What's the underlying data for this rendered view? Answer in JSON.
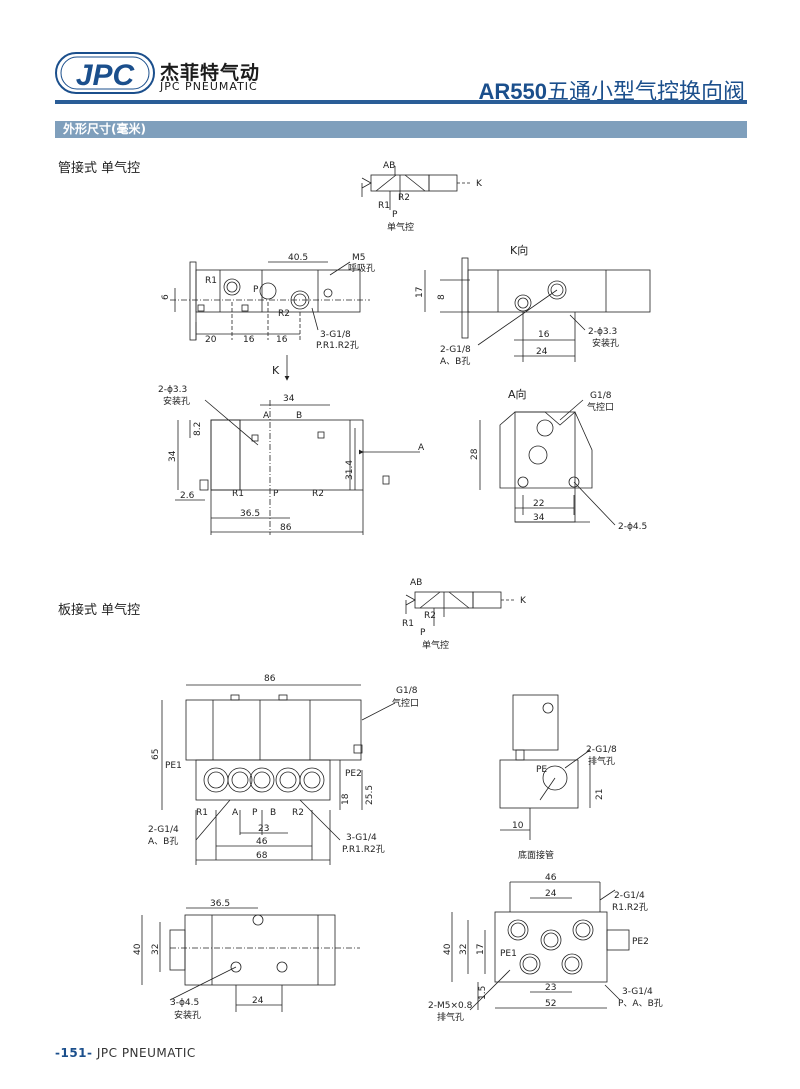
{
  "header": {
    "logo_text": "JPC",
    "brand_cn": "杰菲特气动",
    "brand_en": "JPC PNEUMATIC",
    "title_model": "AR550",
    "title_cn": "五通小型气控换向阀"
  },
  "section": {
    "label": "外形尺寸(毫米)"
  },
  "pipe_type": {
    "heading": "管接式 单气控",
    "symbol": {
      "ab": "AB",
      "r1": "R1",
      "r2": "R2",
      "p": "P",
      "k": "K",
      "caption": "单气控"
    },
    "front_view": {
      "dims": [
        "40.5",
        "6",
        "20",
        "16",
        "16"
      ],
      "labels": {
        "r1": "R1",
        "p": "P",
        "r2": "R2",
        "m5": "M5",
        "m5_note": "呼吸孔",
        "ports": "3-G1/8",
        "ports_note": "P.R1.R2孔"
      }
    },
    "k_view": {
      "title": "K向",
      "dims": [
        "17",
        "8",
        "16",
        "24"
      ],
      "labels": {
        "ab": "2-G1/8",
        "ab_note": "A、B孔",
        "holes": "2-ϕ3.3",
        "holes_note": "安装孔"
      }
    },
    "top_view": {
      "k": "K",
      "dims": [
        "34",
        "8.2",
        "34",
        "31.4",
        "2.6",
        "36.5",
        "86"
      ],
      "labels": {
        "holes": "2-ϕ3.3",
        "holes_note": "安装孔",
        "a": "A",
        "b": "B",
        "r1": "R1",
        "p": "P",
        "r2": "R2",
        "arrow_a": "A"
      }
    },
    "a_view": {
      "title": "A向",
      "dims": [
        "28",
        "22",
        "34"
      ],
      "labels": {
        "pilot": "G1/8",
        "pilot_note": "气控口",
        "holes": "2-ϕ4.5"
      }
    }
  },
  "plate_type": {
    "heading": "板接式 单气控",
    "symbol": {
      "ab": "AB",
      "r1": "R1",
      "r2": "R2",
      "p": "P",
      "k": "K",
      "caption": "单气控"
    },
    "front_view": {
      "dims": [
        "86",
        "65",
        "18",
        "25.5",
        "23",
        "46",
        "68"
      ],
      "labels": {
        "pilot": "G1/8",
        "pilot_note": "气控口",
        "pe1": "PE1",
        "pe2": "PE2",
        "r1": "R1",
        "a": "A",
        "p": "P",
        "b": "B",
        "r2": "R2",
        "ab": "2-G1/4",
        "ab_note": "A、B孔",
        "ports": "3-G1/4",
        "ports_note": "P.R1.R2孔"
      }
    },
    "side_view": {
      "dims": [
        "21",
        "10"
      ],
      "labels": {
        "pe": "PE",
        "exhaust": "2-G1/8",
        "exhaust_note": "排气孔",
        "caption": "底面接管"
      }
    },
    "top_view": {
      "dims": [
        "36.5",
        "40",
        "32",
        "24"
      ],
      "labels": {
        "holes": "3-ϕ4.5",
        "holes_note": "安装孔"
      }
    },
    "base_view": {
      "dims": [
        "46",
        "24",
        "40",
        "32",
        "17",
        "1.5",
        "23",
        "52"
      ],
      "labels": {
        "r": "2-G1/4",
        "r_note": "R1.R2孔",
        "pe2": "PE2",
        "pe1": "PE1",
        "m5": "2-M5×0.8",
        "m5_note": "排气孔",
        "ports": "3-G1/4",
        "ports_note": "P、A、B孔"
      }
    }
  },
  "footer": {
    "page": "-151-",
    "brand": "JPC PNEUMATIC"
  },
  "colors": {
    "brand_blue": "#1b4f8c",
    "section_bar": "#7f9fbc",
    "rule": "#2a5d97"
  }
}
